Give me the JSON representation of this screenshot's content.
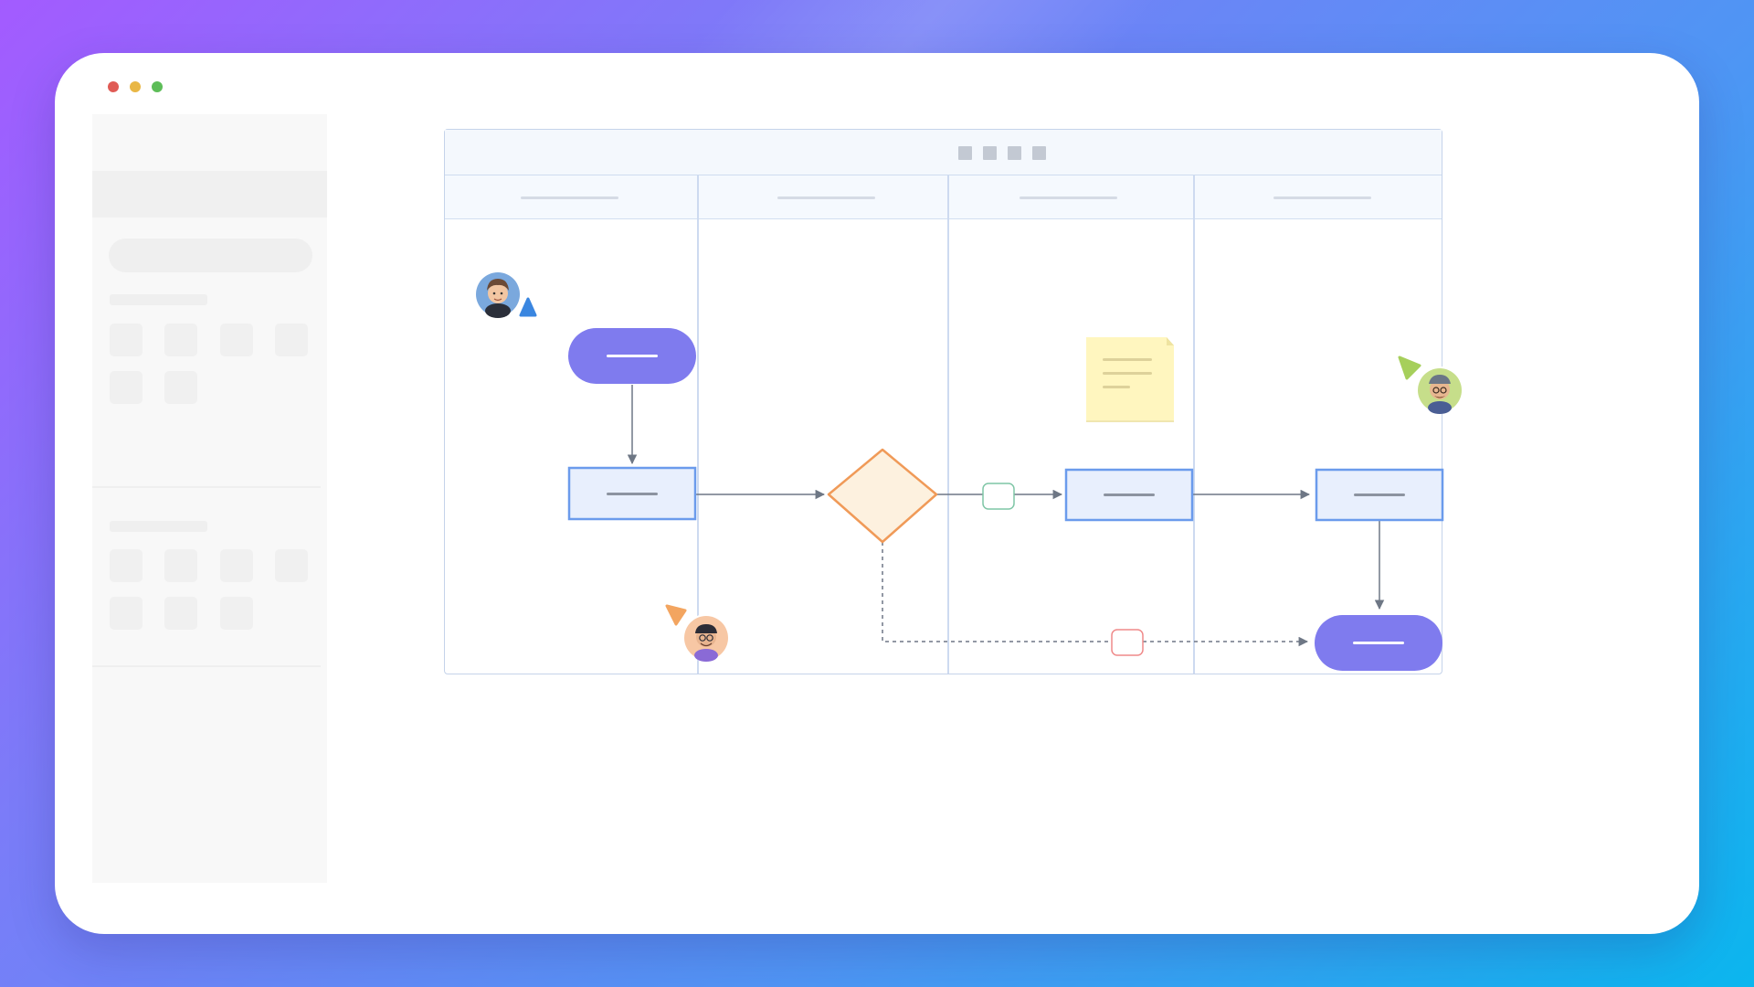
{
  "window": {
    "controls": [
      "close",
      "minimize",
      "maximize"
    ]
  },
  "colors": {
    "terminator": "#7f7bee",
    "process_fill": "#e8effd",
    "process_stroke": "#6b9bec",
    "decision_fill": "#fdf1df",
    "decision_stroke": "#f09a58",
    "connector_green": "#7fc6a6",
    "connector_red": "#ef8a8a",
    "sticky_note": "#fff6bf",
    "arrow": "#6e7785"
  },
  "diagram": {
    "type": "swimlane-flowchart",
    "lanes": 4,
    "toolbar_icons": [
      "toolbar-icon-1",
      "toolbar-icon-2",
      "toolbar-icon-3",
      "toolbar-icon-4"
    ]
  },
  "collaborators": [
    {
      "name": "collaborator-1",
      "cursor_color": "#3a86e0"
    },
    {
      "name": "collaborator-2",
      "cursor_color": "#f3a560"
    },
    {
      "name": "collaborator-3",
      "cursor_color": "#a6cf5b"
    }
  ]
}
